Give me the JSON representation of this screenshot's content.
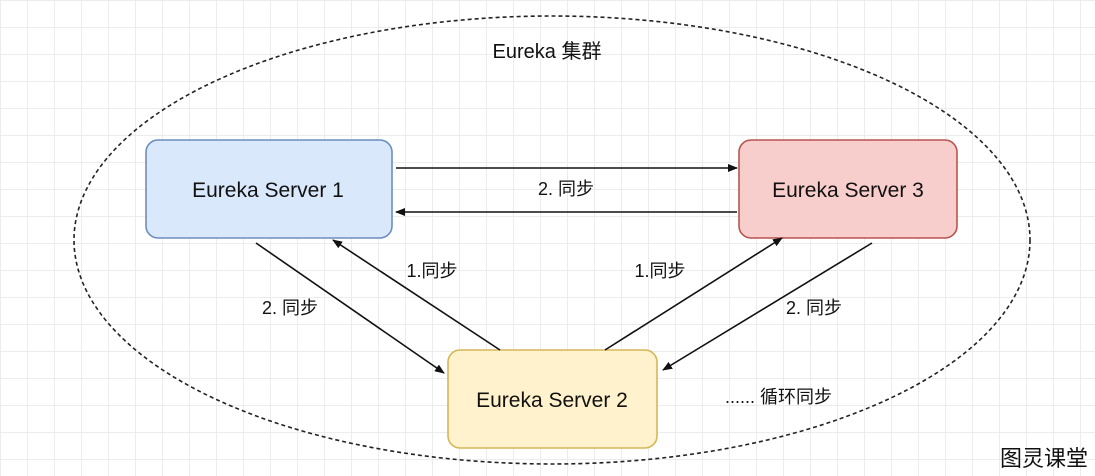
{
  "cluster": {
    "label": "Eureka 集群"
  },
  "nodes": {
    "server1": {
      "label": "Eureka Server 1",
      "fill": "#dae8fc",
      "stroke": "#6c8ebf"
    },
    "server2": {
      "label": "Eureka Server 2",
      "fill": "#fff2cc",
      "stroke": "#d6b656"
    },
    "server3": {
      "label": "Eureka Server 3",
      "fill": "#f8cecc",
      "stroke": "#b85450"
    }
  },
  "edges": {
    "s1_s3_sync": {
      "label": "2. 同步"
    },
    "s2_s1_sync": {
      "label": "1.同步"
    },
    "s1_s2_sync": {
      "label": "2. 同步"
    },
    "s2_s3_sync": {
      "label": "1.同步"
    },
    "s3_s2_sync": {
      "label": "2. 同步"
    }
  },
  "note": {
    "label": "...... 循环同步"
  },
  "watermark": {
    "label": "图灵课堂"
  }
}
